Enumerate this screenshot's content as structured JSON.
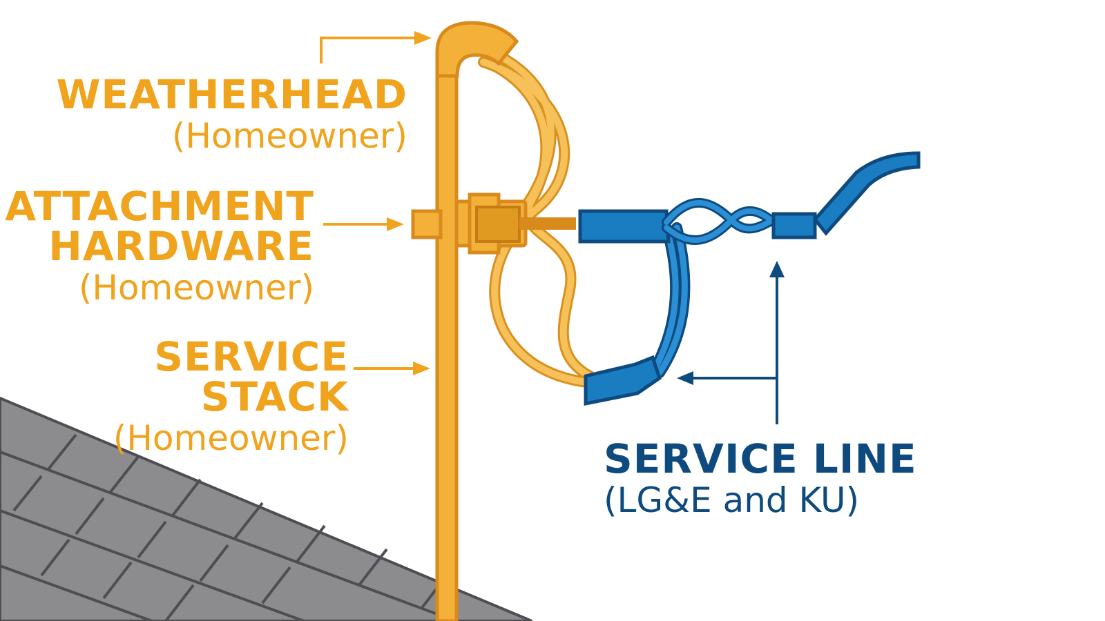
{
  "labels": {
    "weatherhead": {
      "title": "WEATHERHEAD",
      "owner": "(Homeowner)"
    },
    "attachment": {
      "title_line1": "ATTACHMENT",
      "title_line2": "HARDWARE",
      "owner": "(Homeowner)"
    },
    "service_stack": {
      "title": "SERVICE STACK",
      "owner": "(Homeowner)"
    },
    "service_line": {
      "title": "SERVICE LINE",
      "owner": "(LG&E and KU)"
    }
  },
  "colors": {
    "homeowner_orange": "#f0a31c",
    "pipe_orange": "#f4b13a",
    "hardware_brown": "#d98a1c",
    "utility_blue": "#1a7cc1",
    "utility_navy": "#0e4a7e",
    "roof_gray": "#8a8a8c",
    "roof_line": "#555558"
  }
}
